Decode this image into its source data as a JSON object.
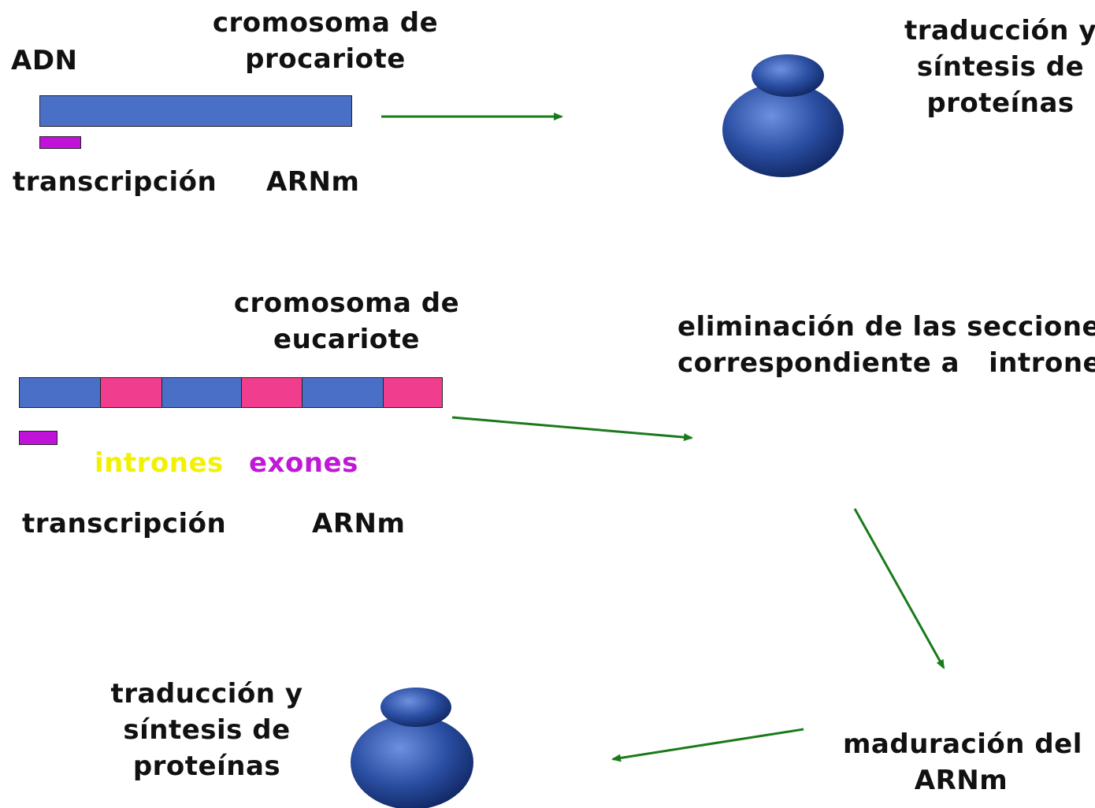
{
  "prokaryote": {
    "dna_label": "ADN",
    "chromosome_line1": "cromosoma de",
    "chromosome_line2": "procariote",
    "transcription_label": "transcripción",
    "mrna_label": "ARNm",
    "translation_line1": "traducción y",
    "translation_line2": "síntesis de",
    "translation_line3": "proteínas"
  },
  "eukaryote": {
    "chromosome_line1": "cromosoma de",
    "chromosome_line2": "eucariote",
    "introns_label": "intrones",
    "exons_label": "exones",
    "transcription_label": "transcripción",
    "mrna_label": "ARNm",
    "removal_line1": "eliminación de las secciones",
    "removal_line2": "correspondiente a   intrones",
    "maturation_line1": "maduración del",
    "maturation_line2": "ARNm",
    "translation_line1": "traducción y",
    "translation_line2": "síntesis de",
    "translation_line3": "proteínas"
  },
  "colors": {
    "dna_blue": "#4a6fc6",
    "intron_pink": "#f03d8e",
    "transcript_purple": "#c012d8",
    "arrow_green": "#1a7a1a",
    "introns_text": "#f2f200",
    "exons_text": "#c018d6",
    "ribosome_blue": "#2b4fa3"
  },
  "icons": {
    "ribosome": "ribosome-icon",
    "arrow": "arrow-icon"
  }
}
